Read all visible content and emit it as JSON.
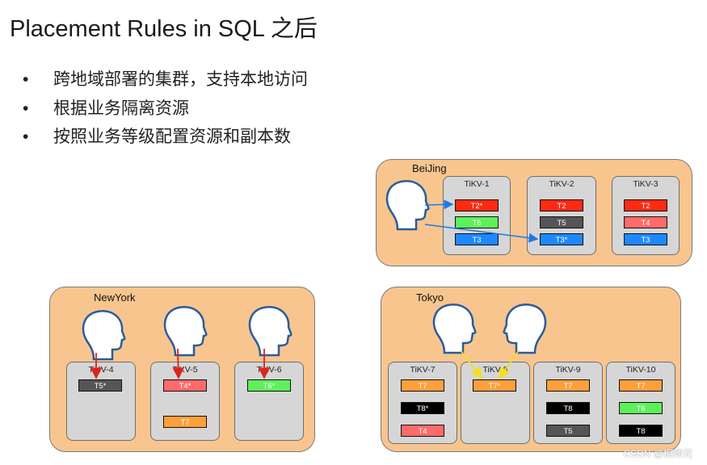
{
  "title": "Placement Rules in SQL 之后",
  "bullets": [
    {
      "dot": "•",
      "text": "跨地域部署的集群，支持本地访问"
    },
    {
      "dot": "•",
      "text": "根据业务隔离资源"
    },
    {
      "dot": "•",
      "text": "按照业务等级配置资源和副本数"
    }
  ],
  "regions": {
    "beijing": "BeiJing",
    "newyork": "NewYork",
    "tokyo": "Tokyo"
  },
  "colors": {
    "red": "#ff2a12",
    "pink": "#ff6a6a",
    "green": "#5ef05a",
    "blue": "#1e88ff",
    "dark": "#555555",
    "orange": "#ff9f3c",
    "black": "#000000",
    "region": "#f8c58f",
    "node": "#d6d6d6"
  },
  "nodes": {
    "tikv1": {
      "name": "TiKV-1",
      "r": [
        "T2*",
        "T6",
        "T3"
      ]
    },
    "tikv2": {
      "name": "TiKV-2",
      "r": [
        "T2",
        "T5",
        "T3*"
      ]
    },
    "tikv3": {
      "name": "TiKV-3",
      "r": [
        "T2",
        "T4",
        "T3"
      ]
    },
    "tikv4": {
      "name": "TiKV-4",
      "r": [
        "T5*"
      ]
    },
    "tikv5": {
      "name": "TiKV-5",
      "r": [
        "T4*",
        "T7"
      ]
    },
    "tikv6": {
      "name": "TiKV-6",
      "r": [
        "T6*"
      ]
    },
    "tikv7": {
      "name": "TiKV-7",
      "r": [
        "T7",
        "T8*",
        "T4"
      ]
    },
    "tikv8": {
      "name": "TiKV-8",
      "r": [
        "T7*"
      ]
    },
    "tikv9": {
      "name": "TiKV-9",
      "r": [
        "T7",
        "T8",
        "T5"
      ]
    },
    "tikv10": {
      "name": "TiKV-10",
      "r": [
        "T7",
        "T6",
        "T8"
      ]
    }
  },
  "watermark": "CSDN @梅师兄"
}
